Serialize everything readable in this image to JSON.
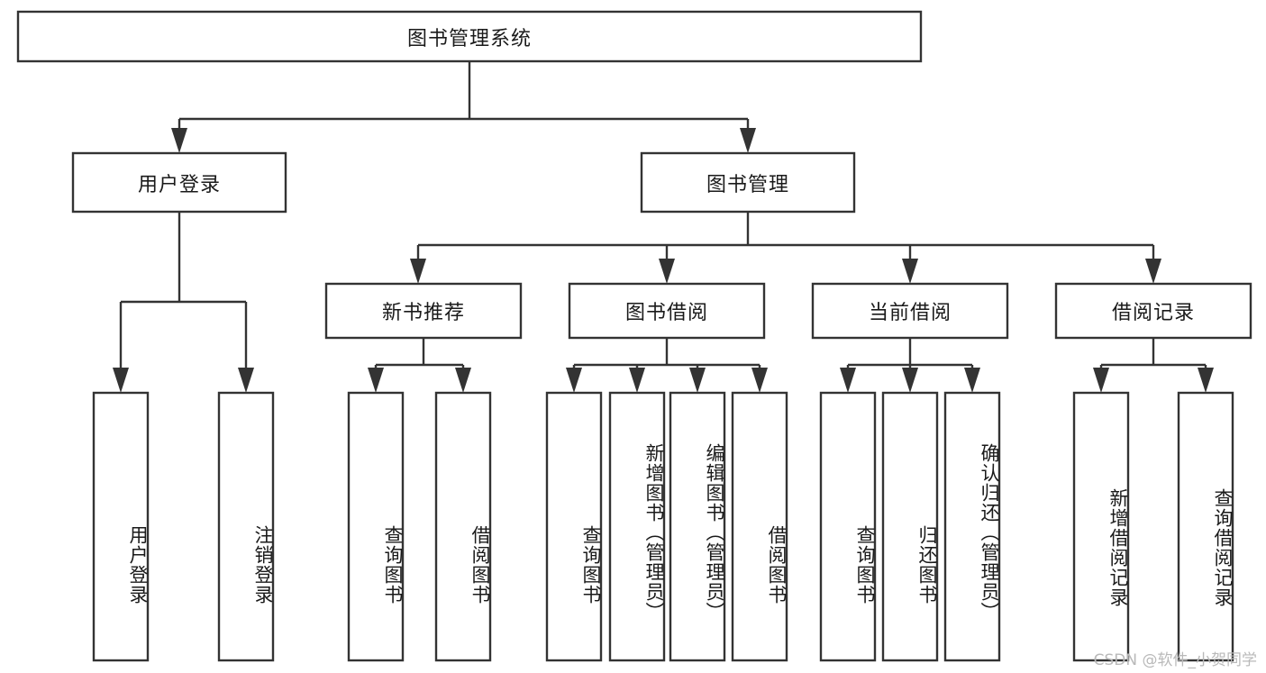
{
  "diagram": {
    "type": "tree",
    "title": "图书管理系统",
    "watermark": "CSDN @软件_小贺同学",
    "colors": {
      "stroke": "#333333",
      "fill": "#ffffff",
      "text": "#1a1a1a",
      "watermark": "#b9b9b9"
    },
    "nodes": {
      "root": {
        "label": "图书管理系统"
      },
      "level2": [
        {
          "label": "用户登录"
        },
        {
          "label": "图书管理"
        }
      ],
      "level3": [
        {
          "label": "新书推荐"
        },
        {
          "label": "图书借阅"
        },
        {
          "label": "当前借阅"
        },
        {
          "label": "借阅记录"
        }
      ],
      "leaves_user_login": [
        {
          "label": "用户登录"
        },
        {
          "label": "注销登录"
        }
      ],
      "leaves_new_book": [
        {
          "label": "查询图书"
        },
        {
          "label": "借阅图书"
        }
      ],
      "leaves_borrow": [
        {
          "label": "查询图书"
        },
        {
          "label": "新增图书（管理员）"
        },
        {
          "label": "编辑图书（管理员）"
        },
        {
          "label": "借阅图书"
        }
      ],
      "leaves_current": [
        {
          "label": "查询图书"
        },
        {
          "label": "归还图书"
        },
        {
          "label": "确认归还（管理员）"
        }
      ],
      "leaves_records": [
        {
          "label": "新增借阅记录"
        },
        {
          "label": "查询借阅记录"
        }
      ]
    }
  }
}
